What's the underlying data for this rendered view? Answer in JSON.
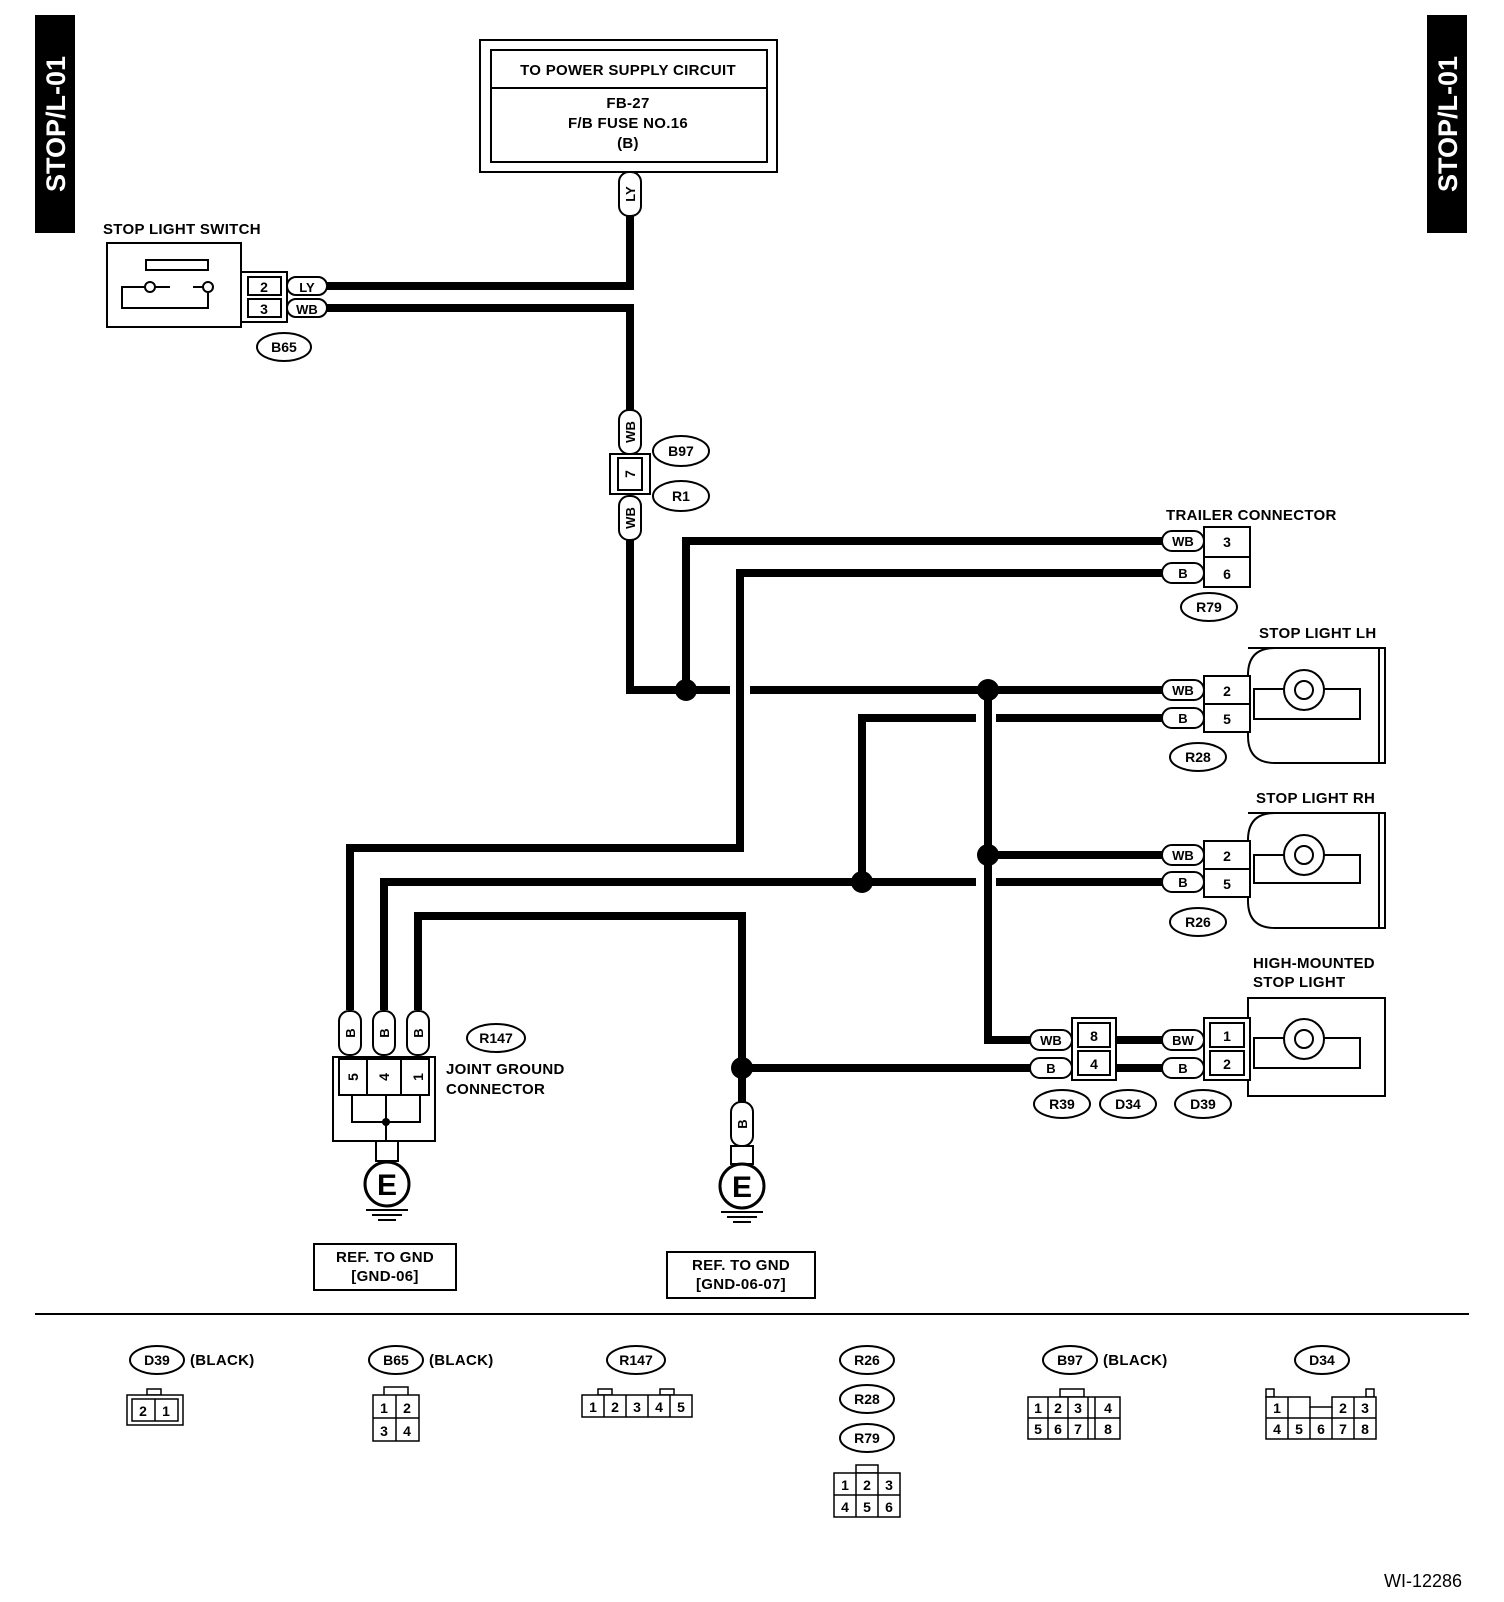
{
  "header": {
    "tag_left": "STOP/L-01",
    "tag_right": "STOP/L-01"
  },
  "power_supply": {
    "title": "TO POWER SUPPLY CIRCUIT",
    "line1": "FB-27",
    "line2": "F/B FUSE NO.16",
    "line3": "(B)"
  },
  "stop_light_switch": {
    "title": "STOP LIGHT SWITCH",
    "pin_top": "2",
    "pin_bottom": "3",
    "wire_top": "LY",
    "wire_bottom": "WB",
    "connector": "B65"
  },
  "main_wire": {
    "supply_wire": "LY",
    "upper_wire": "WB",
    "lower_wire": "WB",
    "pin": "7",
    "connector_a": "B97",
    "connector_b": "R1"
  },
  "trailer_connector": {
    "title": "TRAILER CONNECTOR",
    "wire_top": "WB",
    "wire_bottom": "B",
    "pin_top": "3",
    "pin_bottom": "6",
    "connector": "R79"
  },
  "stop_light_lh": {
    "title": "STOP LIGHT LH",
    "wire_top": "WB",
    "wire_bottom": "B",
    "pin_top": "2",
    "pin_bottom": "5",
    "connector": "R28"
  },
  "stop_light_rh": {
    "title": "STOP LIGHT RH",
    "wire_top": "WB",
    "wire_bottom": "B",
    "pin_top": "2",
    "pin_bottom": "5",
    "connector": "R26"
  },
  "high_mounted": {
    "title_line1": "HIGH-MOUNTED",
    "title_line2": "STOP LIGHT",
    "in_wire_top": "WB",
    "in_wire_bottom": "B",
    "mid_pin_top": "8",
    "mid_pin_bottom": "4",
    "out_wire_top": "BW",
    "out_wire_bottom": "B",
    "pin_top": "1",
    "pin_bottom": "2",
    "connector_r": "R39",
    "connector_d34": "D34",
    "connector_d39": "D39"
  },
  "joint_ground": {
    "title_line1": "JOINT GROUND",
    "title_line2": "CONNECTOR",
    "connector": "R147",
    "wire_a": "B",
    "wire_b": "B",
    "wire_c": "B",
    "pin_a": "5",
    "pin_b": "4",
    "pin_c": "1",
    "ground_symbol": "E",
    "ref_line1": "REF. TO GND",
    "ref_line2": "[GND-06]"
  },
  "ground_2": {
    "wire": "B",
    "ground_symbol": "E",
    "ref_line1": "REF. TO GND",
    "ref_line2": "[GND-06-07]"
  },
  "connector_legend": [
    {
      "id": "D39",
      "note": "(BLACK)",
      "rows": [
        [
          "2",
          "1"
        ]
      ]
    },
    {
      "id": "B65",
      "note": "(BLACK)",
      "rows": [
        [
          "1",
          "2"
        ],
        [
          "3",
          "4"
        ]
      ]
    },
    {
      "id": "R147",
      "note": "",
      "rows": [
        [
          "1",
          "2",
          "3",
          "4",
          "5"
        ]
      ]
    },
    {
      "ids": [
        "R26",
        "R28",
        "R79"
      ],
      "rows": [
        [
          "1",
          "2",
          "3"
        ],
        [
          "4",
          "5",
          "6"
        ]
      ]
    },
    {
      "id": "B97",
      "note": "(BLACK)",
      "rows": [
        [
          "1",
          "2",
          "3",
          "4"
        ],
        [
          "5",
          "6",
          "7",
          "8"
        ]
      ]
    },
    {
      "id": "D34",
      "note": "",
      "rows": [
        [
          "1",
          "2",
          "3"
        ],
        [
          "4",
          "5",
          "6",
          "7",
          "8"
        ]
      ]
    }
  ],
  "doc_id": "WI-12286"
}
